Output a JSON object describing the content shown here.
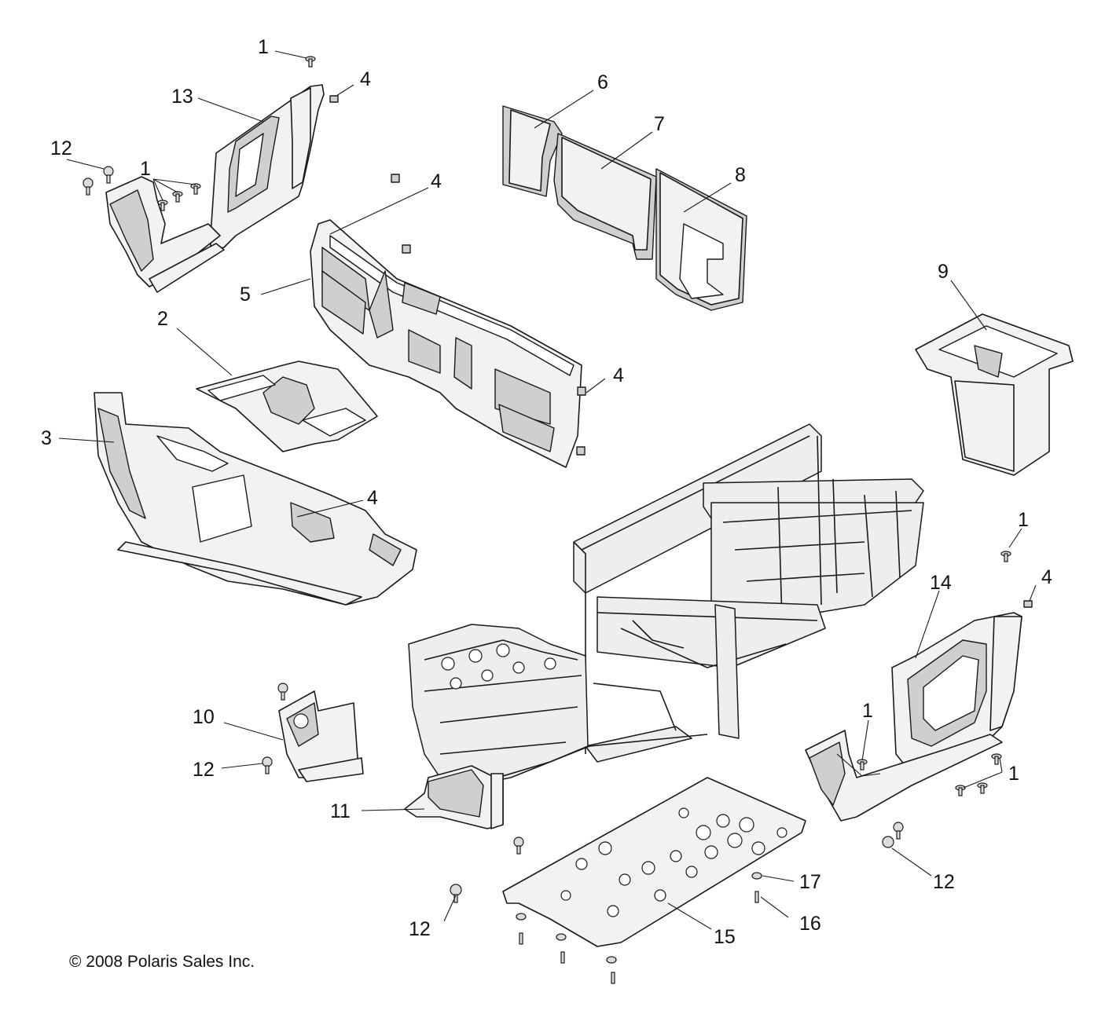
{
  "callouts": [
    {
      "id": "c1a",
      "label": "1"
    },
    {
      "id": "c4a",
      "label": "4"
    },
    {
      "id": "c13",
      "label": "13"
    },
    {
      "id": "c12a",
      "label": "12"
    },
    {
      "id": "c1b",
      "label": "1"
    },
    {
      "id": "c6",
      "label": "6"
    },
    {
      "id": "c7",
      "label": "7"
    },
    {
      "id": "c8",
      "label": "8"
    },
    {
      "id": "c4b",
      "label": "4"
    },
    {
      "id": "c5",
      "label": "5"
    },
    {
      "id": "c9",
      "label": "9"
    },
    {
      "id": "c2",
      "label": "2"
    },
    {
      "id": "c4c",
      "label": "4"
    },
    {
      "id": "c3",
      "label": "3"
    },
    {
      "id": "c4d",
      "label": "4"
    },
    {
      "id": "c1c",
      "label": "1"
    },
    {
      "id": "c4e",
      "label": "4"
    },
    {
      "id": "c14",
      "label": "14"
    },
    {
      "id": "c10",
      "label": "10"
    },
    {
      "id": "c1d",
      "label": "1"
    },
    {
      "id": "c12b",
      "label": "12"
    },
    {
      "id": "c1e",
      "label": "1"
    },
    {
      "id": "c11",
      "label": "11"
    },
    {
      "id": "c17",
      "label": "17"
    },
    {
      "id": "c12c",
      "label": "12"
    },
    {
      "id": "c16",
      "label": "16"
    },
    {
      "id": "c12d",
      "label": "12"
    },
    {
      "id": "c15",
      "label": "15"
    }
  ],
  "copyright": "© 2008 Polaris Sales Inc."
}
